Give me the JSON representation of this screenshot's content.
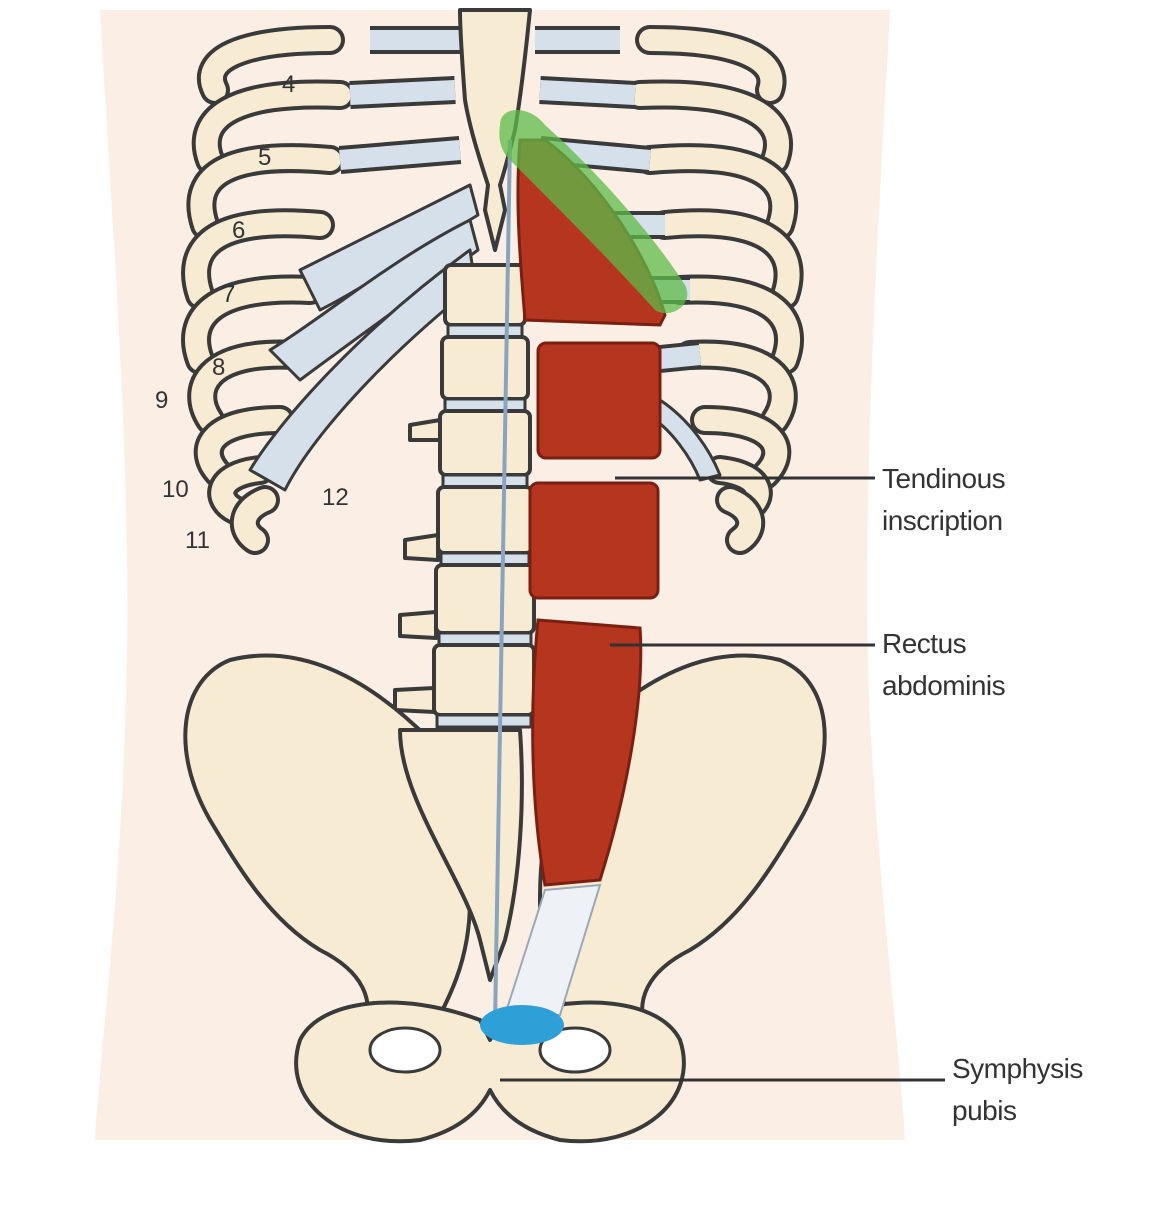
{
  "rib_numbers": [
    "4",
    "5",
    "6",
    "7",
    "8",
    "9",
    "10",
    "11",
    "12"
  ],
  "labels": {
    "tendinous_inscription": [
      "Tendinous",
      "inscription"
    ],
    "rectus_abdominis": [
      "Rectus",
      "abdominis"
    ],
    "symphysis_pubis": [
      "Symphysis",
      "pubis"
    ]
  },
  "colors": {
    "skin": "#fbeee4",
    "bone": "#f7ecd3",
    "cartilage": "#d6e0ea",
    "muscle": "#b5351f",
    "xiphoid_highlight": "#5dbb4a",
    "symphysis_highlight": "#2f9fd8"
  }
}
